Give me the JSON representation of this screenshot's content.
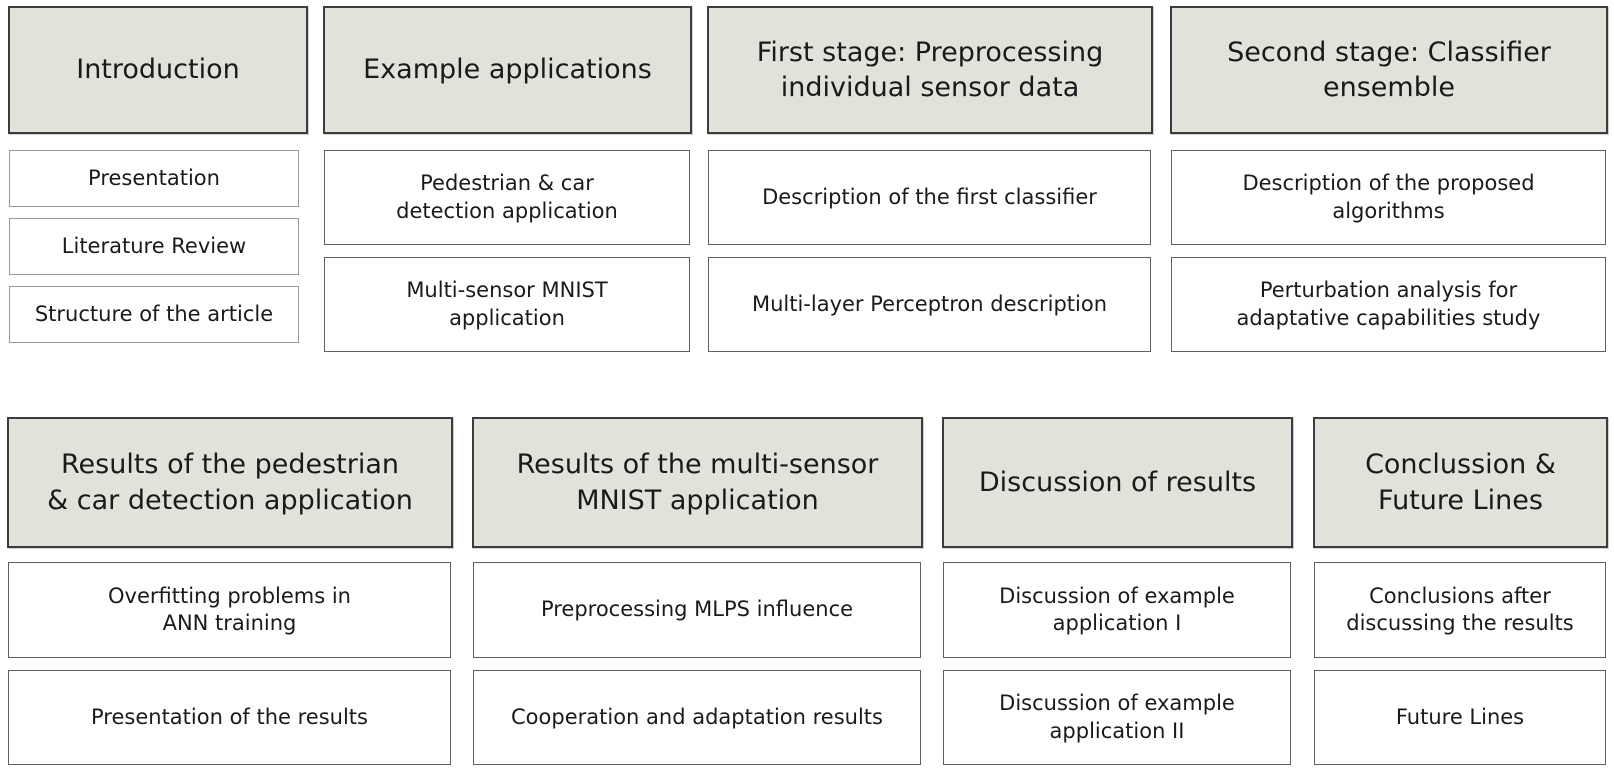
{
  "colors": {
    "header_bg": "#e3e2da",
    "header_border": "#3c3c3c",
    "item_bg": "#ffffff",
    "item_border": "#5f5f5f",
    "item_border_light": "#999999",
    "text": "#1a1a1a",
    "page_bg": "#ffffff"
  },
  "rows": [
    {
      "sections": [
        {
          "title": "Introduction",
          "items": [
            "Presentation",
            "Literature Review",
            "Structure of the article"
          ]
        },
        {
          "title": "Example applications",
          "items": [
            "Pedestrian & car\ndetection application",
            "Multi-sensor MNIST\napplication"
          ]
        },
        {
          "title": "First stage: Preprocessing\nindividual sensor data",
          "items": [
            "Description of the first classifier",
            "Multi-layer Perceptron description"
          ]
        },
        {
          "title": "Second stage: Classifier\nensemble",
          "items": [
            "Description of the proposed\nalgorithms",
            "Perturbation analysis for\nadaptative capabilities study"
          ]
        }
      ]
    },
    {
      "sections": [
        {
          "title": "Results of the pedestrian\n& car detection application",
          "items": [
            "Overfitting problems in\nANN training",
            "Presentation of the results"
          ]
        },
        {
          "title": "Results of the multi-sensor\nMNIST application",
          "items": [
            "Preprocessing MLPS influence",
            "Cooperation and adaptation results"
          ]
        },
        {
          "title": "Discussion of results",
          "items": [
            "Discussion of example\napplication I",
            "Discussion of example\napplication II"
          ]
        },
        {
          "title": "Conclussion &\nFuture Lines",
          "items": [
            "Conclusions after\ndiscussing the results",
            "Future Lines"
          ]
        }
      ]
    }
  ]
}
